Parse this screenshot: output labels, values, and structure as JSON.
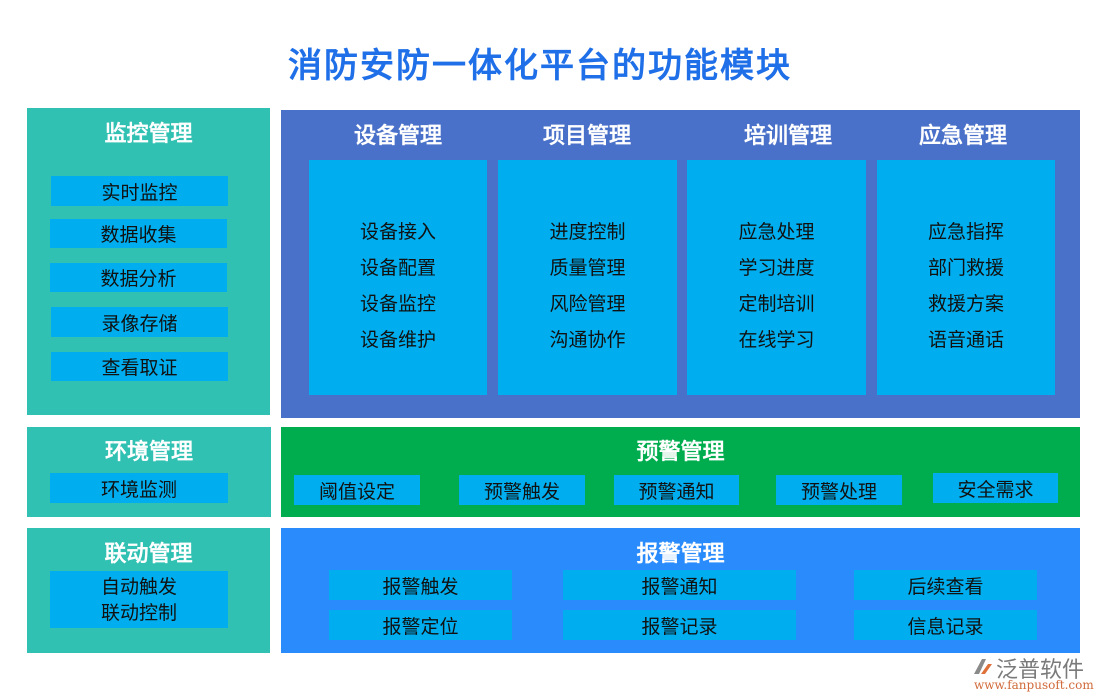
{
  "title": "消防安防一体化平台的功能模块",
  "colors": {
    "title": "#1f6fe8",
    "left_panels": "#31c1b3",
    "top_right_panel": "#4a71c9",
    "warning_panel": "#00ad4e",
    "alarm_panel": "#2a8cfc",
    "chip": "#00aeef"
  },
  "monitoring": {
    "title": "监控管理",
    "items": [
      "实时监控",
      "数据收集",
      "数据分析",
      "录像存储",
      "查看取证"
    ]
  },
  "modules": [
    {
      "title": "设备管理",
      "items": [
        "设备接入",
        "设备配置",
        "设备监控",
        "设备维护"
      ]
    },
    {
      "title": "项目管理",
      "items": [
        "进度控制",
        "质量管理",
        "风险管理",
        "沟通协作"
      ]
    },
    {
      "title": "培训管理",
      "items": [
        "应急处理",
        "学习进度",
        "定制培训",
        "在线学习"
      ]
    },
    {
      "title": "应急管理",
      "items": [
        "应急指挥",
        "部门救援",
        "救援方案",
        "语音通话"
      ]
    }
  ],
  "environment": {
    "title": "环境管理",
    "items": [
      "环境监测"
    ]
  },
  "warning": {
    "title": "预警管理",
    "items": [
      "阈值设定",
      "预警触发",
      "预警通知",
      "预警处理",
      "安全需求"
    ]
  },
  "linkage": {
    "title": "联动管理",
    "items": [
      "自动触发",
      "联动控制"
    ]
  },
  "alarm": {
    "title": "报警管理",
    "items": [
      "报警触发",
      "报警通知",
      "后续查看",
      "报警定位",
      "报警记录",
      "信息记录"
    ]
  },
  "logo": {
    "brand": "泛普软件",
    "url": "www.fanpusoft.com"
  }
}
